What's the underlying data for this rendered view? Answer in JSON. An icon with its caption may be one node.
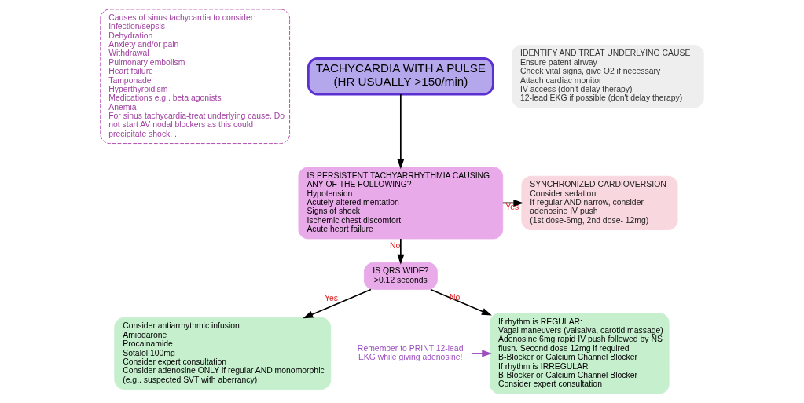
{
  "diagram": {
    "nodes": [
      {
        "text": [
          "Causes of sinus tachycardia to consider:",
          "Infection/sepsis",
          "Dehydration",
          "Anxiety and/or pain",
          "Withdrawal",
          "Pulmonary embolism",
          "Heart failure",
          "Tamponade",
          "Hyperthyroidism",
          "Medications e.g.. beta agonists",
          "Anemia",
          "For sinus tachycardia-treat underlying cause. Do not start AV nodal blockers as this could precipitate shock. ."
        ]
      },
      {
        "text": [
          "TACHYCARDIA WITH A PULSE",
          "(HR USUALLY >150/min)"
        ]
      },
      {
        "text": [
          "IDENTIFY AND TREAT UNDERLYING CAUSE",
          "Ensure patent airway",
          "Check vital signs, give O2 if necessary",
          "Attach cardiac monitor",
          "IV access (don't delay therapy)",
          "12-lead EKG if possible (don't delay therapy)"
        ]
      },
      {
        "text": [
          "IS PERSISTENT TACHYARRHYTHMIA CAUSING ANY OF THE FOLLOWING?",
          "Hypotension",
          "Acutely altered mentation",
          "Signs of shock",
          "Ischemic chest discomfort",
          "Acute heart failure"
        ]
      },
      {
        "text": [
          "SYNCHRONIZED CARDIOVERSION",
          "Consider sedation",
          "If regular AND narrow, consider adenosine IV push",
          "(1st dose-6mg, 2nd dose- 12mg)"
        ]
      },
      {
        "text": [
          "IS QRS WIDE?",
          ">0.12 seconds"
        ]
      },
      {
        "text": [
          "If rhythm is REGULAR:",
          "Vagal maneuvers (valsalva, carotid massage)",
          "Adenosine 6mg rapid IV push followed by NS flush. Second dose 12mg if required",
          "B-Blocker or Calcium Channel Blocker",
          "If rhythm is IRREGULAR",
          "B-Blocker or Calcium Channel Blocker",
          "Consider expert consultation"
        ]
      },
      {
        "text": [
          "Consider antiarrhythmic infusion",
          "Amiodarone",
          "Procainamide",
          "Sotalol 100mg",
          "Consider expert consultation",
          "Consider adenosine ONLY if regular AND monomorphic (e.g.. suspected SVT with aberrancy)"
        ]
      },
      {
        "text": [
          "Remember to PRINT 12-lead EKG while giving adenosine!"
        ]
      }
    ],
    "edges": [
      {
        "from": 1,
        "to": 3,
        "arrow": "to"
      },
      {
        "from": 3,
        "to": 4,
        "arrow": "to",
        "label": "Yes"
      },
      {
        "from": 3,
        "to": 5,
        "arrow": "to",
        "label": "No"
      },
      {
        "from": 5,
        "to": 6,
        "arrow": "to",
        "label": "No"
      },
      {
        "from": 5,
        "to": 7,
        "arrow": "to",
        "label": "Yes"
      },
      {
        "from": 8,
        "to": 6,
        "arrow": "to",
        "color": "#9b4fc0"
      }
    ]
  }
}
